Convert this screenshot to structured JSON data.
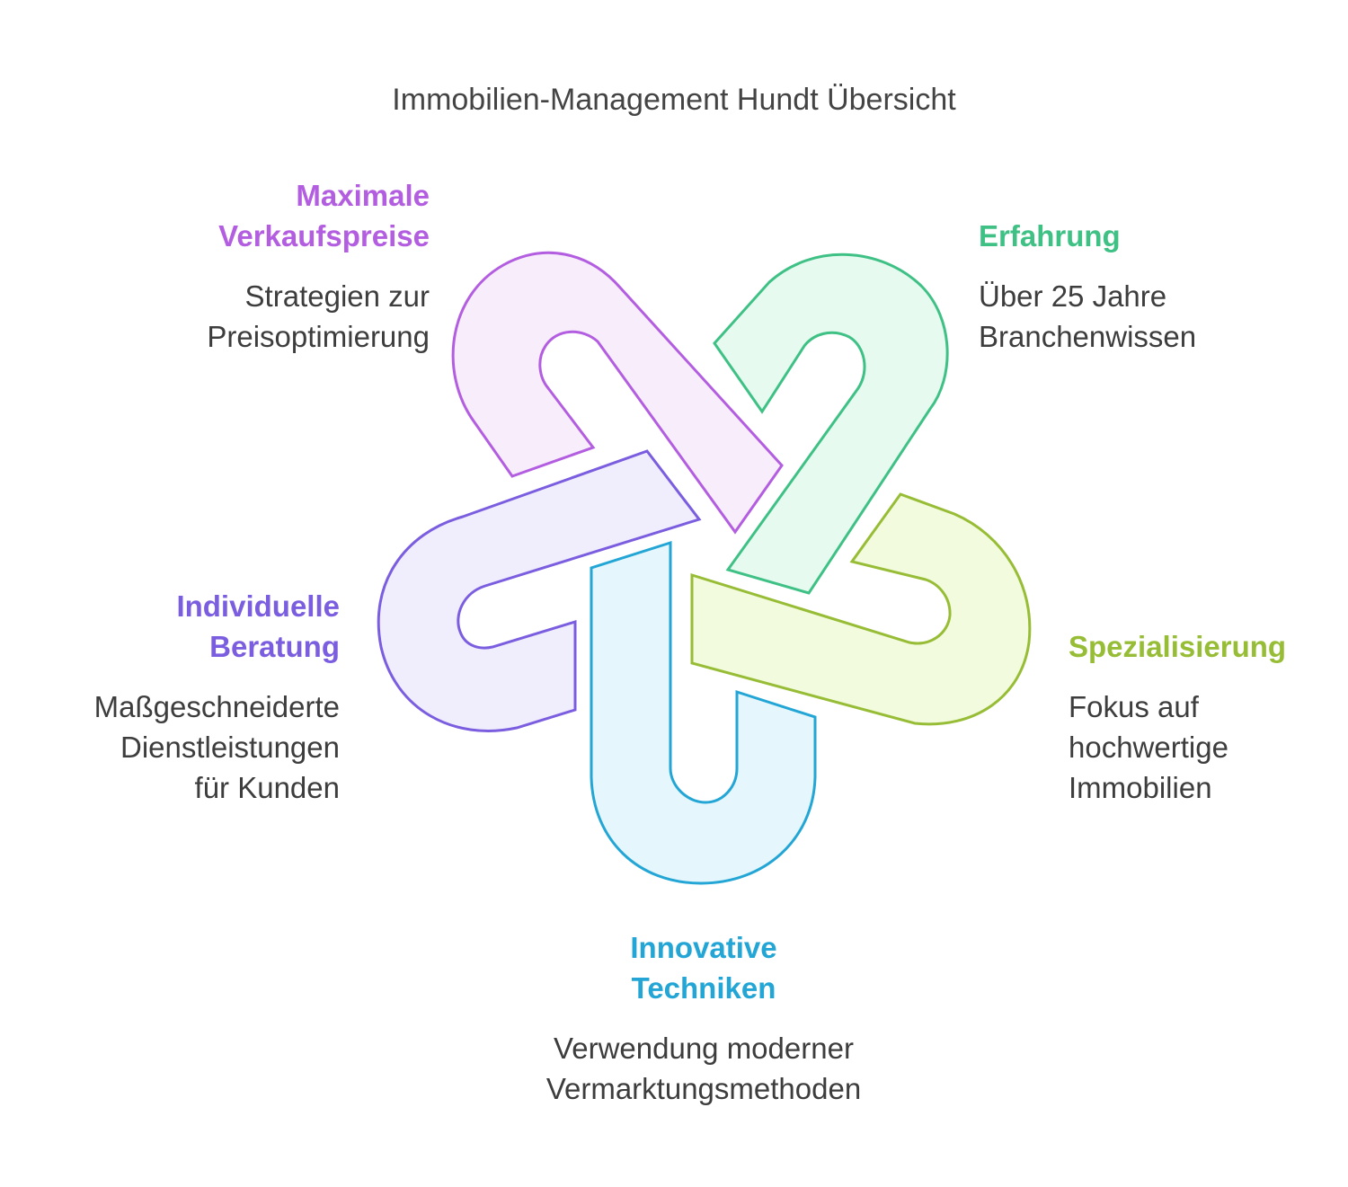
{
  "title": "Immobilien-Management Hundt Übersicht",
  "items": [
    {
      "id": "maximale-verkaufspreise",
      "heading": "Maximale\nVerkaufspreise",
      "description": "Strategien zur\nPreisoptimierung",
      "stroke": "#b35ee0",
      "fill": "#f8eefb",
      "icon": "link-hook-icon"
    },
    {
      "id": "erfahrung",
      "heading": "Erfahrung",
      "description": "Über 25 Jahre\nBranchenwissen",
      "stroke": "#3fc185",
      "fill": "#e6faf0",
      "icon": "link-hook-icon"
    },
    {
      "id": "spezialisierung",
      "heading": "Spezialisierung",
      "description": "Fokus auf\nhochwertige\nImmobilien",
      "stroke": "#97bd36",
      "fill": "#f3fbde",
      "icon": "link-hook-icon"
    },
    {
      "id": "innovative-techniken",
      "heading": "Innovative\nTechniken",
      "description": "Verwendung moderner\nVermarktungsmethoden",
      "stroke": "#23a6d5",
      "fill": "#e5f6fc",
      "icon": "link-hook-icon"
    },
    {
      "id": "individuelle-beratung",
      "heading": "Individuelle\nBeratung",
      "description": "Maßgeschneiderte\nDienstleistungen\nfür Kunden",
      "stroke": "#7b5ee0",
      "fill": "#f0eefc",
      "icon": "link-hook-icon"
    }
  ]
}
